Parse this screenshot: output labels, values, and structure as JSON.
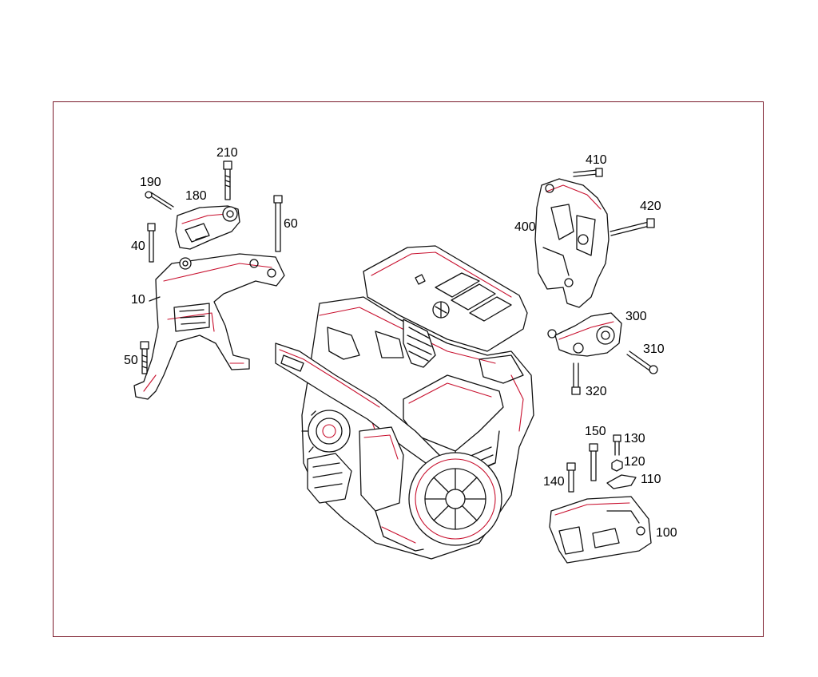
{
  "labels": {
    "p10": "10",
    "p40": "40",
    "p50": "50",
    "p60": "60",
    "p100": "100",
    "p110": "110",
    "p120": "120",
    "p130": "130",
    "p140": "140",
    "p150": "150",
    "p180": "180",
    "p190": "190",
    "p210": "210",
    "p300": "300",
    "p310": "310",
    "p320": "320",
    "p400": "400",
    "p410": "410",
    "p420": "420"
  },
  "colors": {
    "frame": "#7a1a2a",
    "accent": "#c8102e",
    "line": "#111111"
  }
}
